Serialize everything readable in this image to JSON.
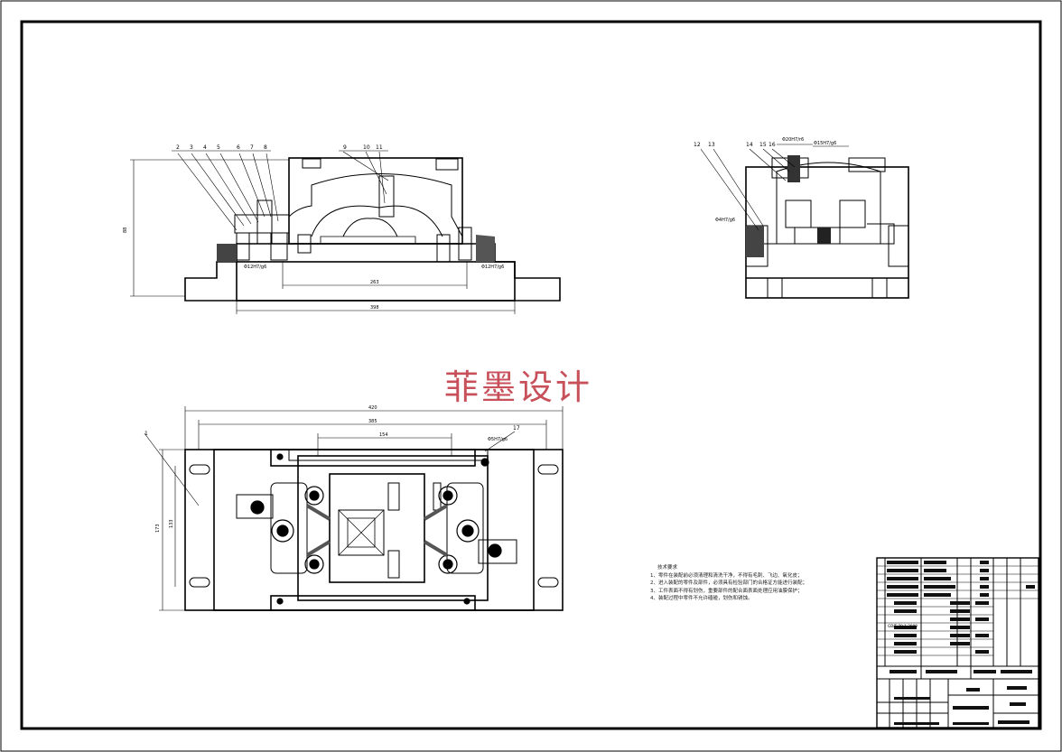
{
  "watermark": "菲墨设计",
  "front_view": {
    "balloons": [
      "2",
      "3",
      "4",
      "5",
      "6",
      "7",
      "8",
      "9",
      "10",
      "11"
    ],
    "dims": {
      "height": "88",
      "inner": "263",
      "overall": "398"
    },
    "fits": [
      "Φ12H7/g6",
      "Φ12H7/g6"
    ]
  },
  "side_view": {
    "balloons": [
      "12",
      "13",
      "14",
      "15",
      "16"
    ],
    "fits": [
      "Φ20H7/r6",
      "Φ15H7/g6",
      "Φ4H7/g6"
    ]
  },
  "top_view": {
    "balloons": [
      "1",
      "17"
    ],
    "dims": {
      "overall": "420",
      "mid": "385",
      "inner": "154",
      "h_outer": "173",
      "h_inner": "133"
    },
    "fits": [
      "Φ5H7/g6"
    ]
  },
  "tech_requirements": {
    "title": "技术要求",
    "items": [
      "1、零件在装配前必须清理和清洗干净，不得有毛刺、飞边、氧化皮；",
      "2、进入装配的零件及部件，必须具有检验部门的合格证方能进行装配；",
      "3、工件表面不得有划伤，重要部件的配合面表面处理应用油膜保护；",
      "4、装配过程中零件不允许磕碰，划伤和锈蚀。"
    ]
  },
  "title_block": {
    "std_code": "GB/T 70.1-2000"
  }
}
